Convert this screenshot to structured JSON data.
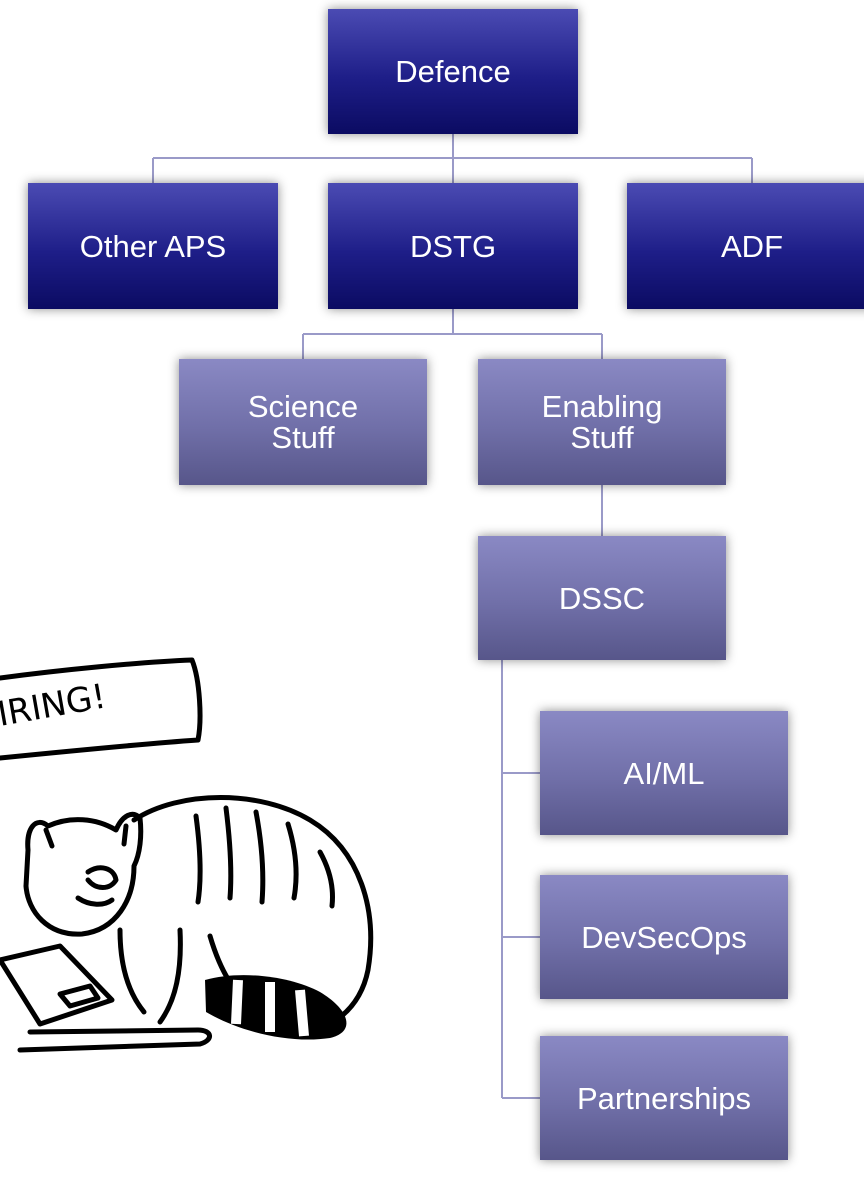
{
  "chart": {
    "root": "Defence",
    "level1": [
      "Other APS",
      "DSTG",
      "ADF"
    ],
    "level2": [
      {
        "line1": "Science",
        "line2": "Stuff"
      },
      {
        "line1": "Enabling",
        "line2": "Stuff"
      }
    ],
    "level3": "DSSC",
    "level4": [
      "AI/ML",
      "DevSecOps",
      "Partnerships"
    ]
  },
  "comic": {
    "sign_text": "IRING!"
  },
  "colors": {
    "dark_box": "#1e1e88",
    "light_box": "#706fa8",
    "connector": "#9a9ac8"
  }
}
